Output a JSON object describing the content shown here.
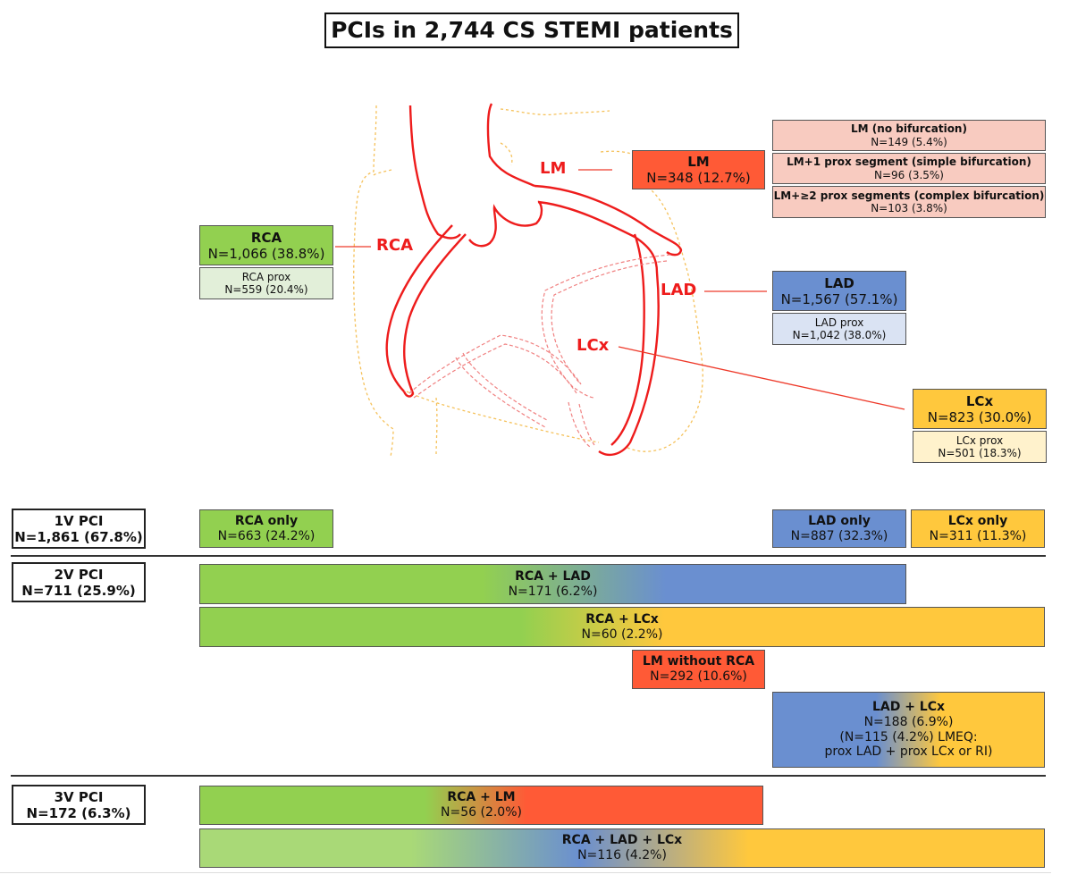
{
  "title": "PCIs in 2,744 CS STEMI patients",
  "colors": {
    "RCA": "#92d050",
    "LAD": "#6a8fd0",
    "LCx": "#ffc83d",
    "LM": "#ff5a36",
    "vessel_line": "#ee1c1c",
    "outline": "#f5c15a"
  },
  "vessel_labels": {
    "LM": "LM",
    "RCA": "RCA",
    "LAD": "LAD",
    "LCx": "LCx"
  },
  "vessels": {
    "LM": {
      "title": "LM",
      "value": "N=348 (12.7%)"
    },
    "LM_sub": [
      {
        "title": "LM (no bifurcation)",
        "value": "N=149 (5.4%)"
      },
      {
        "title": "LM+1 prox segment (simple bifurcation)",
        "value": "N=96 (3.5%)"
      },
      {
        "title": "LM+≥2 prox segments (complex bifurcation)",
        "value": "N=103 (3.8%)"
      }
    ],
    "RCA": {
      "title": "RCA",
      "value": "N=1,066 (38.8%)"
    },
    "RCA_prox": {
      "title": "RCA prox",
      "value": "N=559 (20.4%)"
    },
    "LAD": {
      "title": "LAD",
      "value": "N=1,567 (57.1%)"
    },
    "LAD_prox": {
      "title": "LAD prox",
      "value": "N=1,042 (38.0%)"
    },
    "LCx": {
      "title": "LCx",
      "value": "N=823 (30.0%)"
    },
    "LCx_prox": {
      "title": "LCx prox",
      "value": "N=501 (18.3%)"
    }
  },
  "groups": {
    "v1": {
      "title": "1V PCI",
      "value": "N=1,861 (67.8%)"
    },
    "v2": {
      "title": "2V PCI",
      "value": "N=711 (25.9%)"
    },
    "v3": {
      "title": "3V PCI",
      "value": "N=172 (6.3%)"
    }
  },
  "combos": {
    "rca_only": {
      "title": "RCA only",
      "value": "N=663 (24.2%)"
    },
    "lad_only": {
      "title": "LAD only",
      "value": "N=887 (32.3%)"
    },
    "lcx_only": {
      "title": "LCx only",
      "value": "N=311 (11.3%)"
    },
    "rca_lad": {
      "title": "RCA + LAD",
      "value": "N=171 (6.2%)"
    },
    "rca_lcx": {
      "title": "RCA + LCx",
      "value": "N=60 (2.2%)"
    },
    "lm_without_rca": {
      "title": "LM without RCA",
      "value": "N=292 (10.6%)"
    },
    "lad_lcx": {
      "title": "LAD + LCx",
      "value": "N=188 (6.9%)",
      "note1": "(N=115 (4.2%) LMEQ:",
      "note2": "prox LAD + prox LCx or RI)"
    },
    "rca_lm": {
      "title": "RCA + LM",
      "value": "N=56 (2.0%)"
    },
    "rca_lad_lcx": {
      "title": "RCA + LAD + LCx",
      "value": "N=116 (4.2%)"
    }
  }
}
